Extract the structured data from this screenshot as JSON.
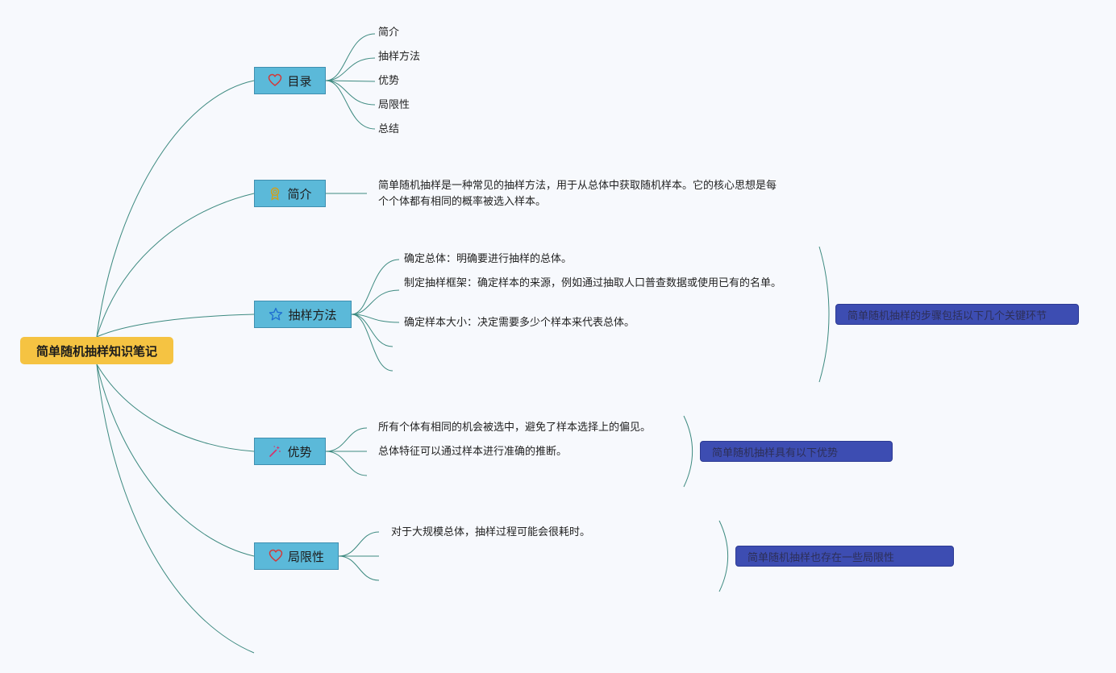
{
  "root": {
    "title": "简单随机抽样知识笔记"
  },
  "branches": {
    "toc": {
      "label": "目录",
      "icon": "heart-icon",
      "items": [
        "简介",
        "抽样方法",
        "优势",
        "局限性",
        "总结"
      ]
    },
    "intro": {
      "label": "简介",
      "icon": "award-icon",
      "text": "简单随机抽样是一种常见的抽样方法，用于从总体中获取随机样本。它的核心思想是每个个体都有相同的概率被选入样本。"
    },
    "method": {
      "label": "抽样方法",
      "icon": "star-icon",
      "items": [
        "确定总体：明确要进行抽样的总体。",
        "制定抽样框架：确定样本的来源，例如通过抽取人口普查数据或使用已有的名单。",
        "确定样本大小：决定需要多少个样本来代表总体。",
        "",
        ""
      ],
      "summary": "简单随机抽样的步骤包括以下几个关键环节"
    },
    "advantages": {
      "label": "优势",
      "icon": "magic-wand-icon",
      "items": [
        "所有个体有相同的机会被选中，避免了样本选择上的偏见。",
        "总体特征可以通过样本进行准确的推断。",
        ""
      ],
      "summary": "简单随机抽样具有以下优势"
    },
    "limitations": {
      "label": "局限性",
      "icon": "heart-icon",
      "items": [
        "对于大规模总体，抽样过程可能会很耗时。",
        "",
        ""
      ],
      "summary": "简单随机抽样也存在一些局限性"
    }
  },
  "colors": {
    "root": "#f5c342",
    "branch": "#5bb9d9",
    "summary": "#3d4db2",
    "link": "#3d8a80"
  }
}
